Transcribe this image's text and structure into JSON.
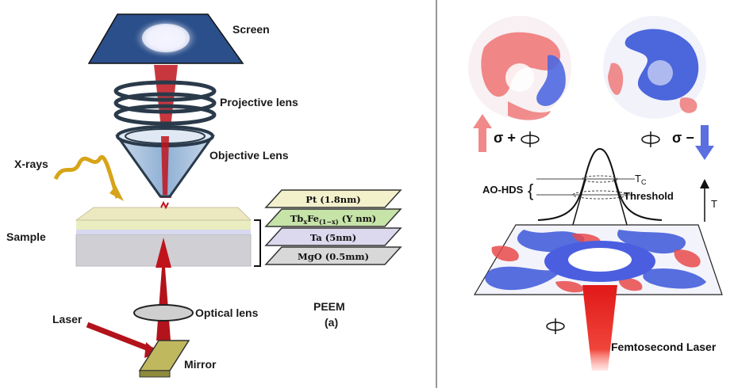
{
  "left": {
    "labels": {
      "screen": "Screen",
      "projective_lens": "Projective lens",
      "objective_lens": "Objective Lens",
      "xrays": "X-rays",
      "sample": "Sample",
      "laser": "Laser",
      "optical_lens": "Optical lens",
      "mirror": "Mirror",
      "peem": "PEEM",
      "panel_id": "(a)"
    },
    "layers": [
      {
        "name": "Pt",
        "thickness": "(1.8nm)"
      },
      {
        "name": "Tb",
        "sub1": "x",
        "mid": "Fe",
        "sub2": "(1−x)",
        "thickness": "(Y nm)"
      },
      {
        "name": "Ta",
        "thickness": "(5nm)"
      },
      {
        "name": "MgO",
        "thickness": "(0.5mm)"
      }
    ],
    "colors": {
      "beam": "#c0141c",
      "screen": "#2b4f8a",
      "lens": "#2a3a4a",
      "xray": "#d7a418",
      "mirror": "#bfb85e"
    }
  },
  "right": {
    "labels": {
      "sigma_plus": "σ +",
      "sigma_minus": "σ −",
      "tc": "T",
      "tc_sub": "C",
      "threshold": "Threshold",
      "ao_hds": "AO-HDS",
      "t_axis": "T",
      "femtosecond_laser": "Femtosecond Laser"
    },
    "colors": {
      "up_arrow": "#f08a8a",
      "down_arrow": "#5b6fe0",
      "ring": "#4b5ee0",
      "domain_red": "#e84a4a",
      "domain_blue": "#3a56d8"
    }
  }
}
